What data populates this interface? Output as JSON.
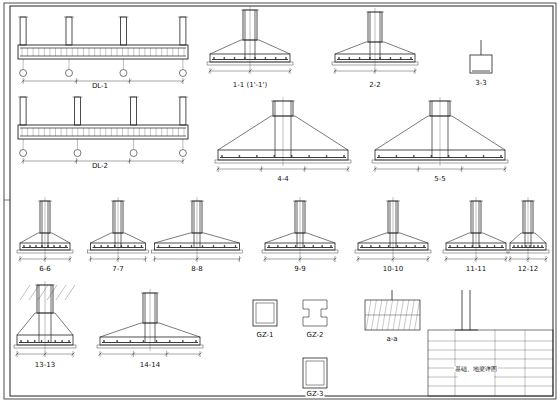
{
  "diagram": {
    "labels": [
      "DL-1",
      "1-1 (1'-1')",
      "2-2",
      "3-3",
      "DL-2",
      "4-4",
      "5-5",
      "6-6",
      "7-7",
      "8-8",
      "9-9",
      "10-10",
      "11-11",
      "12-12",
      "13-13",
      "14-14",
      "GZ-1",
      "GZ-2",
      "GZ-3",
      "a-a",
      "基础、地梁详图"
    ]
  }
}
